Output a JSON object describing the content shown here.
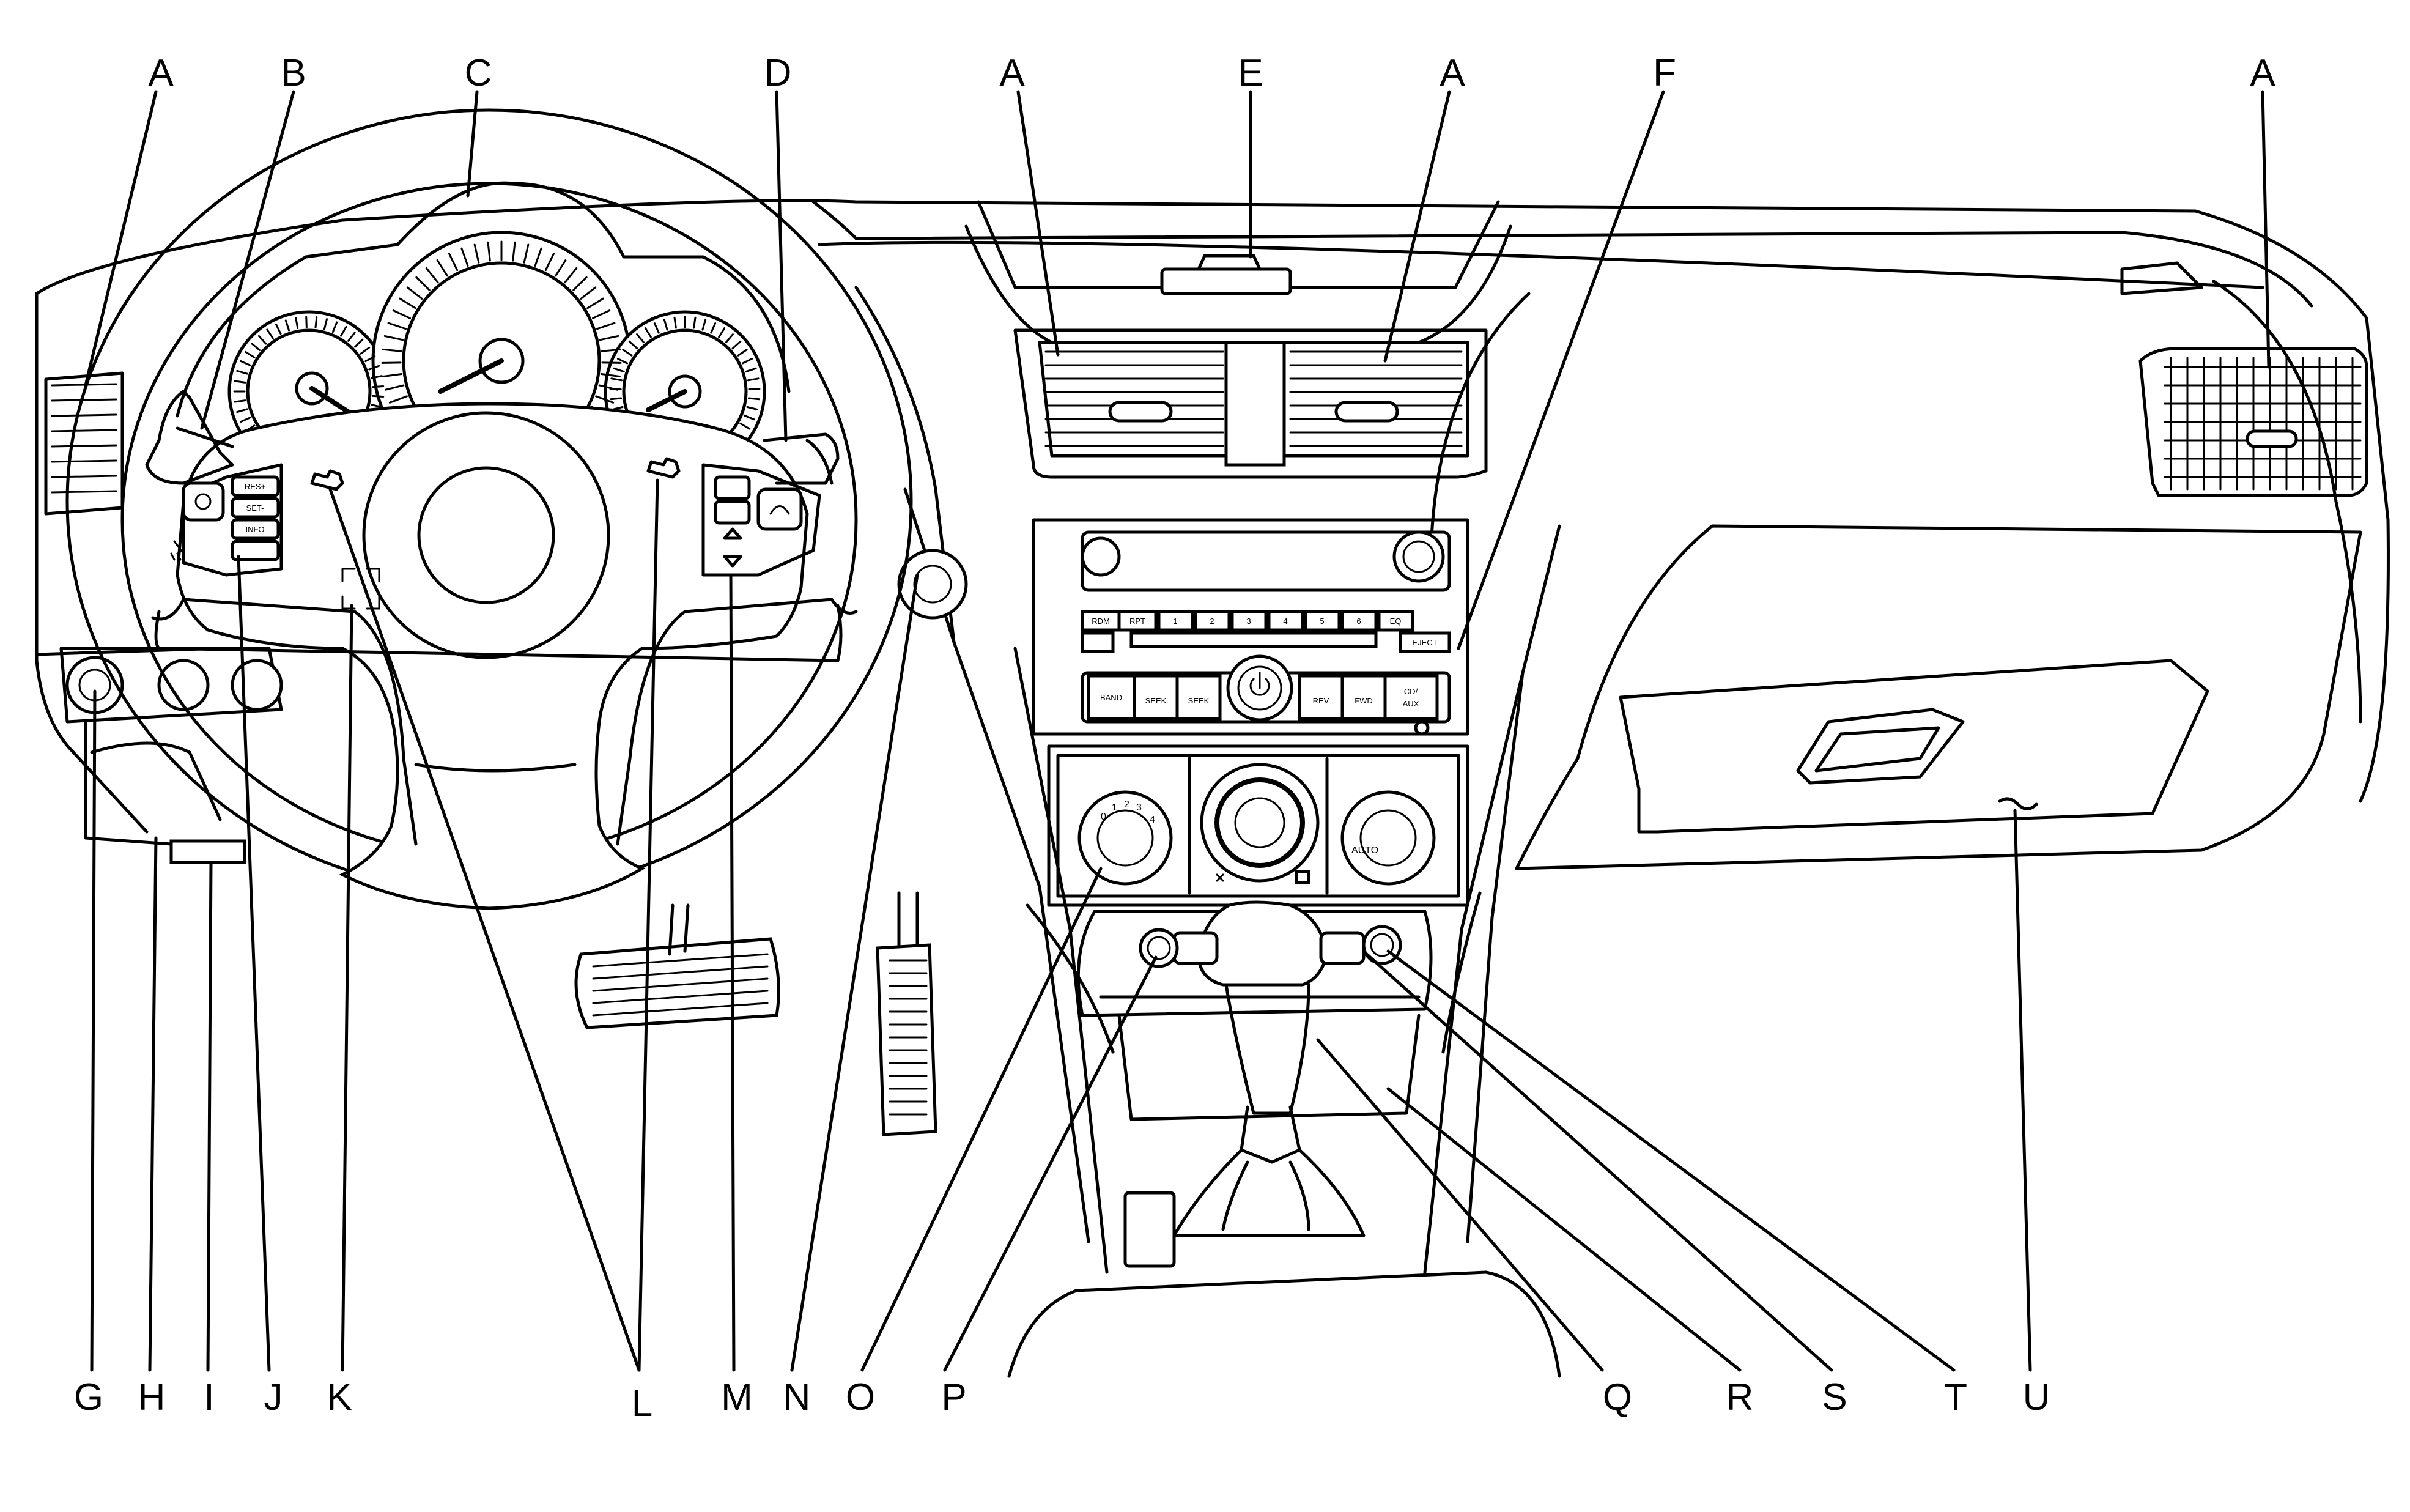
{
  "callouts": {
    "A": "A",
    "B": "B",
    "C": "C",
    "D": "D",
    "E": "E",
    "F": "F",
    "G": "G",
    "H": "H",
    "I": "I",
    "J": "J",
    "K": "K",
    "L": "L",
    "M": "M",
    "N": "N",
    "O": "O",
    "P": "P",
    "Q": "Q",
    "R": "R",
    "S": "S",
    "T": "T",
    "U": "U"
  },
  "radio": {
    "rdm": "RDM",
    "rpt": "RPT",
    "presets": [
      "1",
      "2",
      "3",
      "4",
      "5",
      "6"
    ],
    "eq": "EQ",
    "eject": "EJECT",
    "band": "BAND",
    "seek_left": "SEEK",
    "seek_right": "SEEK",
    "rev": "REV",
    "fwd": "FWD",
    "cd": "CD/",
    "aux": "AUX"
  },
  "steering_controls": {
    "res": "RES+",
    "set": "SET-",
    "info": "INFO"
  },
  "climate": {
    "fan_labels": [
      "0",
      "1",
      "2",
      "3",
      "4"
    ],
    "auto": "AUTO"
  },
  "icons": [
    "air-vent-icon",
    "steering-wheel-icon",
    "instrument-cluster-icon",
    "radio-icon",
    "climate-control-icon",
    "shift-lever-icon",
    "glove-box-icon",
    "pedal-icon",
    "horn-icon"
  ]
}
